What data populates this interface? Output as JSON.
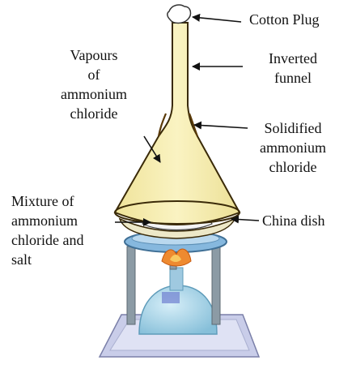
{
  "labels": {
    "cotton_plug": "Cotton Plug",
    "inverted_funnel": [
      "Inverted",
      "funnel"
    ],
    "solidified": [
      "Solidified",
      "ammonium",
      "chloride"
    ],
    "china_dish": "China dish",
    "vapours": [
      "Vapours",
      "of",
      "ammonium",
      "chloride"
    ],
    "mixture": [
      "Mixture of",
      "ammonium",
      "chloride and",
      "salt"
    ]
  },
  "colors": {
    "funnel_fill": "#f6eeaa",
    "funnel_outline": "#3a2a08",
    "arrow": "#111111",
    "stand_ring": "#7ab0d8",
    "stand_legs": "#8a9aa4",
    "burner": "#a8d4e8",
    "flame": "#e87a2a",
    "base": "#c8cce8"
  }
}
